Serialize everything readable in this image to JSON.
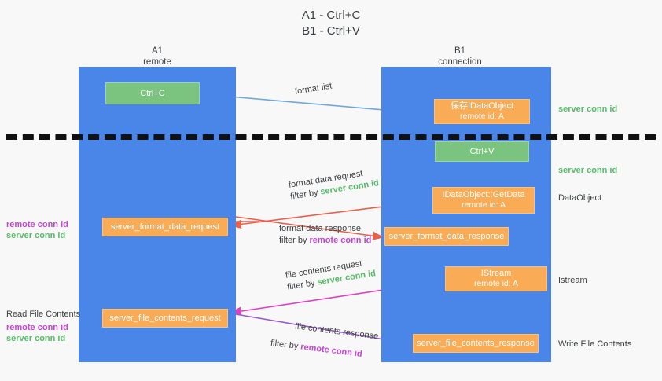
{
  "title": {
    "line1": "A1 - Ctrl+C",
    "line2": "B1 - Ctrl+V"
  },
  "columns": [
    {
      "name": "A1",
      "sub": "remote"
    },
    {
      "name": "B1",
      "sub": "connection"
    }
  ],
  "boxes": {
    "ctrl_c": {
      "line1": "Ctrl+C",
      "line2": ""
    },
    "save_idataobject": {
      "line1": "保存IDataObject",
      "line2": "remote id: A"
    },
    "ctrl_v": {
      "line1": "Ctrl+V",
      "line2": ""
    },
    "getdata": {
      "line1": "IDataObject::GetData",
      "line2": "remote id: A"
    },
    "server_format_data_request": {
      "line1": "server_format_data_request",
      "line2": ""
    },
    "server_format_data_response": {
      "line1": "server_format_data_response",
      "line2": ""
    },
    "istream": {
      "line1": "IStream",
      "line2": "remote id: A"
    },
    "server_file_contents_request": {
      "line1": "server_file_contents_request",
      "line2": ""
    },
    "server_file_contents_response": {
      "line1": "server_file_contents_response",
      "line2": ""
    }
  },
  "arrow_labels": {
    "format_list": "format list",
    "format_data_request": "format data request",
    "format_data_request_filter_prefix": "filter by ",
    "format_data_request_filter_value": "server conn id",
    "format_data_response": "format data response",
    "format_data_response_filter_prefix": "filter by ",
    "format_data_response_filter_value": "remote conn id",
    "file_contents_request": "file contents request",
    "file_contents_request_filter_prefix": "filter by ",
    "file_contents_request_filter_value": "server conn id",
    "file_contents_response": "file contents response",
    "file_contents_response_filter_prefix": "filter by ",
    "file_contents_response_filter_value": "remote conn id"
  },
  "right_labels": {
    "server_conn_id_top": "server conn id",
    "server_conn_id_mid": "server conn id",
    "dataobject": "DataObject",
    "istream": "Istream",
    "write_file_contents": "Write File Contents"
  },
  "left_labels": {
    "remote_conn_id_1": "remote conn id",
    "server_conn_id_1": "server conn id",
    "read_file_contents": "Read File Contents",
    "remote_conn_id_2": "remote conn id",
    "server_conn_id_2": "server conn id"
  },
  "colors": {
    "lane": "#4a86e8",
    "green_box": "#7bc47f",
    "orange_box": "#f9ab55",
    "green_text": "#57bb6a",
    "purple_text": "#c444d6",
    "arrow_blue": "#6fa8dc",
    "arrow_red": "#e8604c",
    "arrow_magenta": "#e040c0",
    "arrow_purple": "#9b59d0",
    "arrow_black": "#000000",
    "background": "#f8f8f8"
  }
}
